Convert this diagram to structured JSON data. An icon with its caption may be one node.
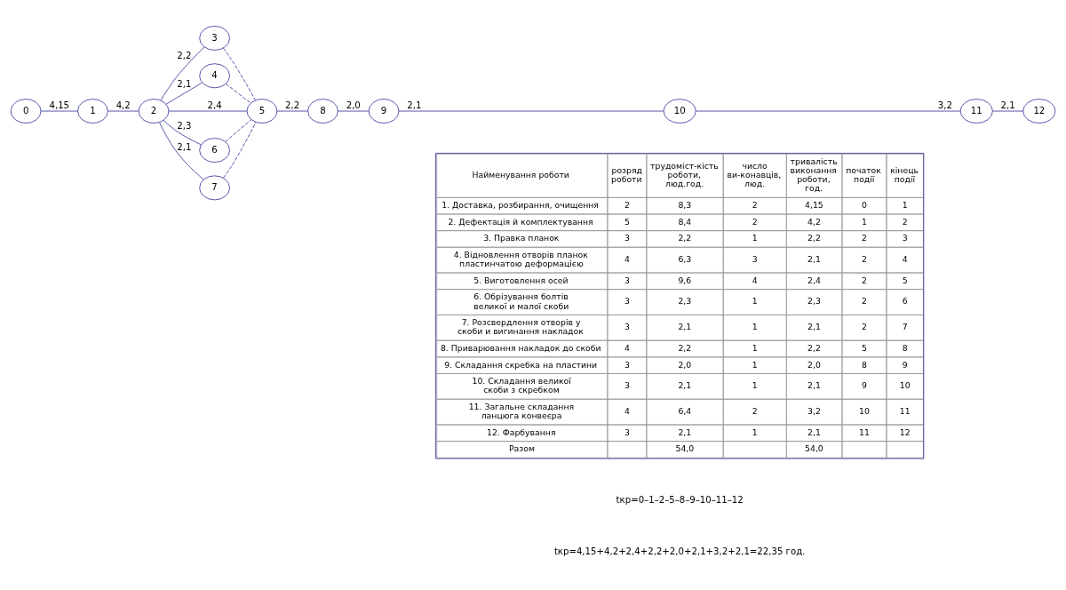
{
  "diagram": {
    "nodes": [
      {
        "text": [
          "0"
        ]
      },
      {
        "text": [
          "1"
        ]
      },
      {
        "text": [
          "2"
        ]
      },
      {
        "text": [
          "3"
        ]
      },
      {
        "text": [
          "4"
        ]
      },
      {
        "text": [
          "5"
        ]
      },
      {
        "text": [
          "6"
        ]
      },
      {
        "text": [
          "7"
        ]
      },
      {
        "text": [
          "8"
        ]
      },
      {
        "text": [
          "9"
        ]
      },
      {
        "text": [
          "10"
        ]
      },
      {
        "text": [
          "11"
        ]
      },
      {
        "text": [
          "12"
        ]
      }
    ],
    "edges": [
      {
        "from": 0,
        "to": 1,
        "arrow": "none",
        "label": "4,15"
      },
      {
        "from": 1,
        "to": 2,
        "arrow": "none",
        "label": "4,2"
      },
      {
        "from": 2,
        "to": 3,
        "arrow": "none",
        "label": "2,2"
      },
      {
        "from": 2,
        "to": 4,
        "arrow": "none",
        "label": "2,1"
      },
      {
        "from": 2,
        "to": 5,
        "arrow": "none",
        "label": "2,4"
      },
      {
        "from": 2,
        "to": 7,
        "arrow": "none",
        "label": "2,1"
      },
      {
        "from": 2,
        "to": 6,
        "arrow": "none",
        "label": "2,3"
      },
      {
        "from": 3,
        "to": 5,
        "arrow": "none",
        "style": "dashed"
      },
      {
        "from": 4,
        "to": 5,
        "arrow": "none",
        "style": "dashed"
      },
      {
        "from": 7,
        "to": 5,
        "arrow": "none",
        "style": "dashed"
      },
      {
        "from": 6,
        "to": 5,
        "arrow": "none",
        "style": "dashed"
      },
      {
        "from": 5,
        "to": 8,
        "arrow": "none",
        "label": "2,2"
      },
      {
        "from": 8,
        "to": 9,
        "arrow": "none",
        "label": "2,0"
      },
      {
        "from": 9,
        "to": 10,
        "arrow": "none",
        "label": "2,1"
      },
      {
        "from": 10,
        "to": 11,
        "arrow": "none",
        "label": "3,2"
      },
      {
        "from": 11,
        "to": 12,
        "arrow": "none",
        "label": "2,1"
      }
    ],
    "labels": [
      "tкр=0–1–2–5–8–9–10–11–12",
      "tкр=4,15+4,2+2,4+2,2+2,0+2,1+3,2+2,1=22,35 год.",
      "Найменування роботи",
      "розряд роботи",
      "трудоміст-кість роботи, люд.год.",
      "число ви-конавців, люд.",
      "тривалість виконання роботи, год.",
      "початок події",
      "кінець події",
      "1. Доставка, розбирання, очищення",
      "2",
      "8,3",
      "2",
      "4,15",
      "0",
      "1",
      "2. Дефектація й комплектування",
      "5",
      "8,4",
      "2",
      "4,2",
      "1",
      "2",
      "3. Правка планок",
      "3",
      "2,2",
      "1",
      "2,2",
      "2",
      "3",
      "4. Відновлення отворів планок пластинчатою деформацією",
      "4",
      "6,3",
      "3",
      "2,1",
      "2",
      "4",
      "5. Виготовлення осей",
      "3",
      "9,6",
      "4",
      "2,4",
      "2",
      "5",
      "6. Обрізування болтів великої и малої скоби",
      "3",
      "2,3",
      "1",
      "2,3",
      "2",
      "6",
      "7. Розсвердлення отворів у скоби и вигинання накладок",
      "3",
      "2,1",
      "1",
      "2,1",
      "2",
      "7",
      "8. Приварювання накладок до скоби",
      "4",
      "2,2",
      "1",
      "2,2",
      "5",
      "8",
      "9. Складання скребка на пластини",
      "3",
      "2,0",
      "1",
      "2,0",
      "8",
      "9",
      "10. Складання великої скоби з скребком",
      "3",
      "2,1",
      "1",
      "2,1",
      "9",
      "10",
      "11. Загальне складання ланцюга конвеєра",
      "4",
      "6,4",
      "2",
      "3,2",
      "10",
      "11",
      "12. Фарбування",
      "3",
      "2,1",
      "1",
      "2,1",
      "11",
      "12",
      "Разом",
      "54,0",
      "54,0"
    ]
  }
}
